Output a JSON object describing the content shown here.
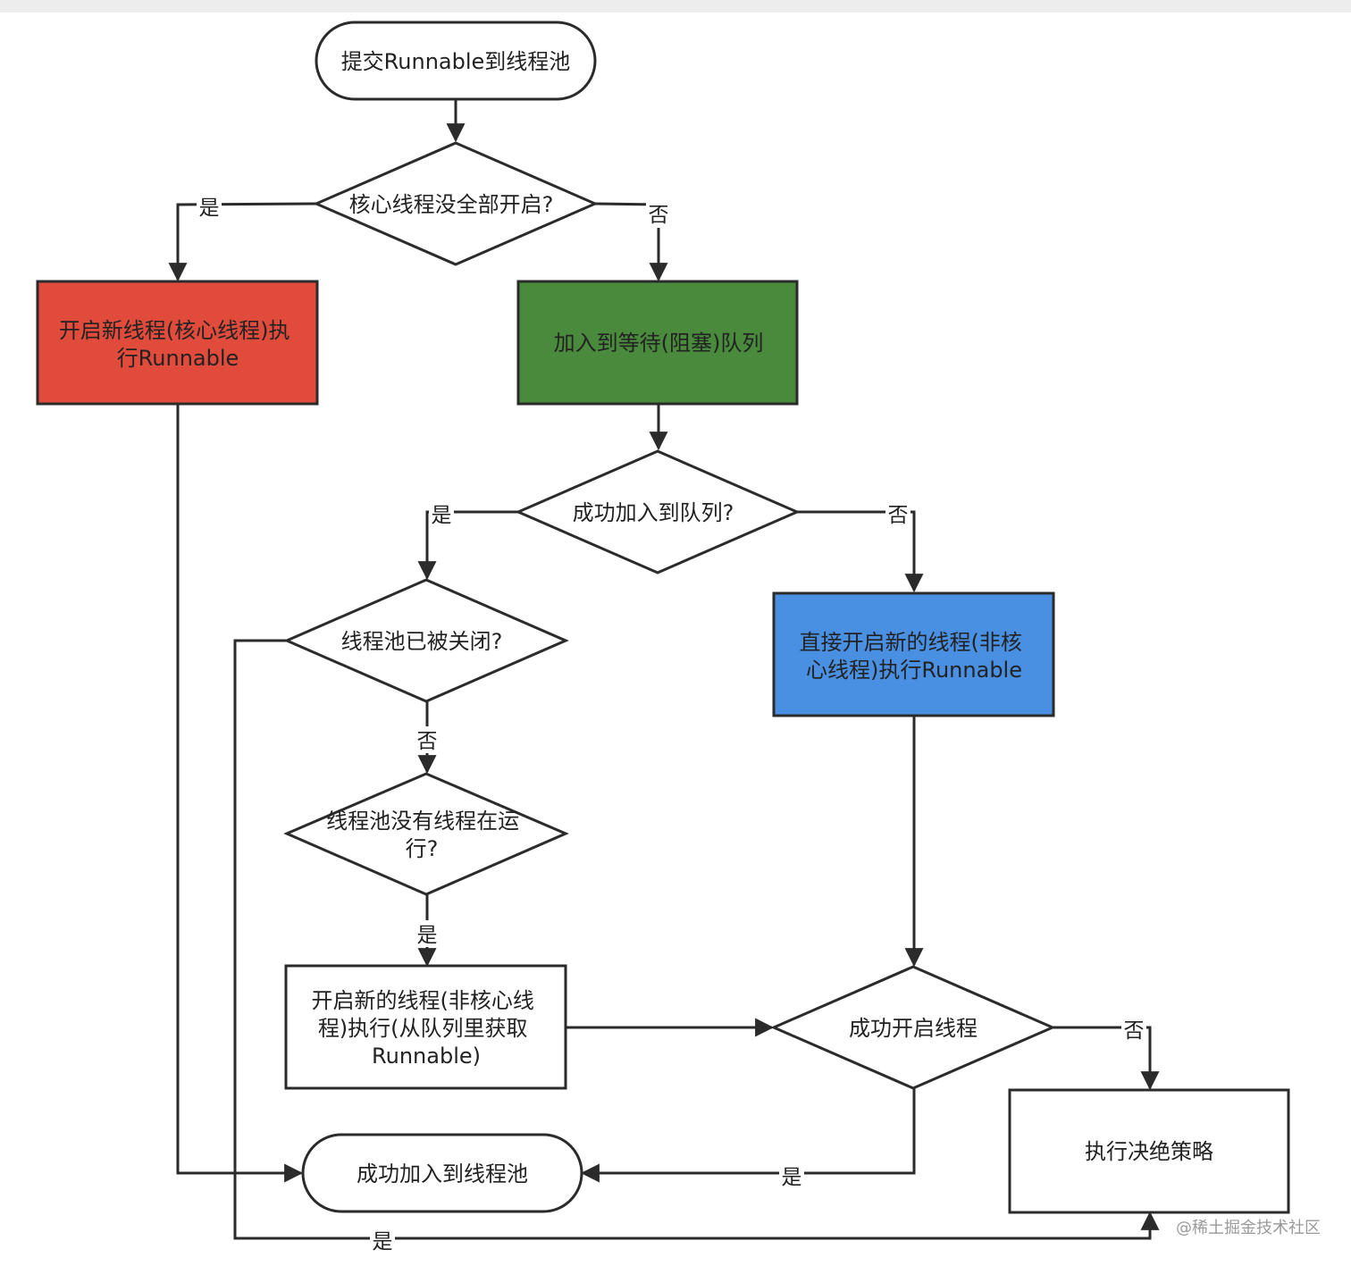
{
  "colors": {
    "red": "#e04b3c",
    "green": "#4a8a3d",
    "blue": "#4a90e2",
    "white": "#ffffff",
    "stroke": "#2b2b2b"
  },
  "nodes": {
    "submit": {
      "lines": [
        "提交Runnable到线程池"
      ]
    },
    "core_check": {
      "lines": [
        "核心线程没全部开启?"
      ]
    },
    "start_core": {
      "lines": [
        "开启新线程(核心线程)执",
        "行Runnable"
      ]
    },
    "enqueue": {
      "lines": [
        "加入到等待(阻塞)队列"
      ]
    },
    "enqueue_ok": {
      "lines": [
        "成功加入到队列?"
      ]
    },
    "pool_closed": {
      "lines": [
        "线程池已被关闭?"
      ]
    },
    "start_noncore": {
      "lines": [
        "直接开启新的线程(非核",
        "心线程)执行Runnable"
      ]
    },
    "no_threads": {
      "lines": [
        "线程池没有线程在运",
        "行?"
      ]
    },
    "start_noncore_queue": {
      "lines": [
        "开启新的线程(非核心线",
        "程)执行(从队列里获取",
        "Runnable)"
      ]
    },
    "start_ok": {
      "lines": [
        "成功开启线程"
      ]
    },
    "added": {
      "lines": [
        "成功加入到线程池"
      ]
    },
    "reject": {
      "lines": [
        "执行决绝策略"
      ]
    }
  },
  "edge_labels": {
    "yes": "是",
    "no": "否"
  },
  "watermark": "@稀土掘金技术社区"
}
